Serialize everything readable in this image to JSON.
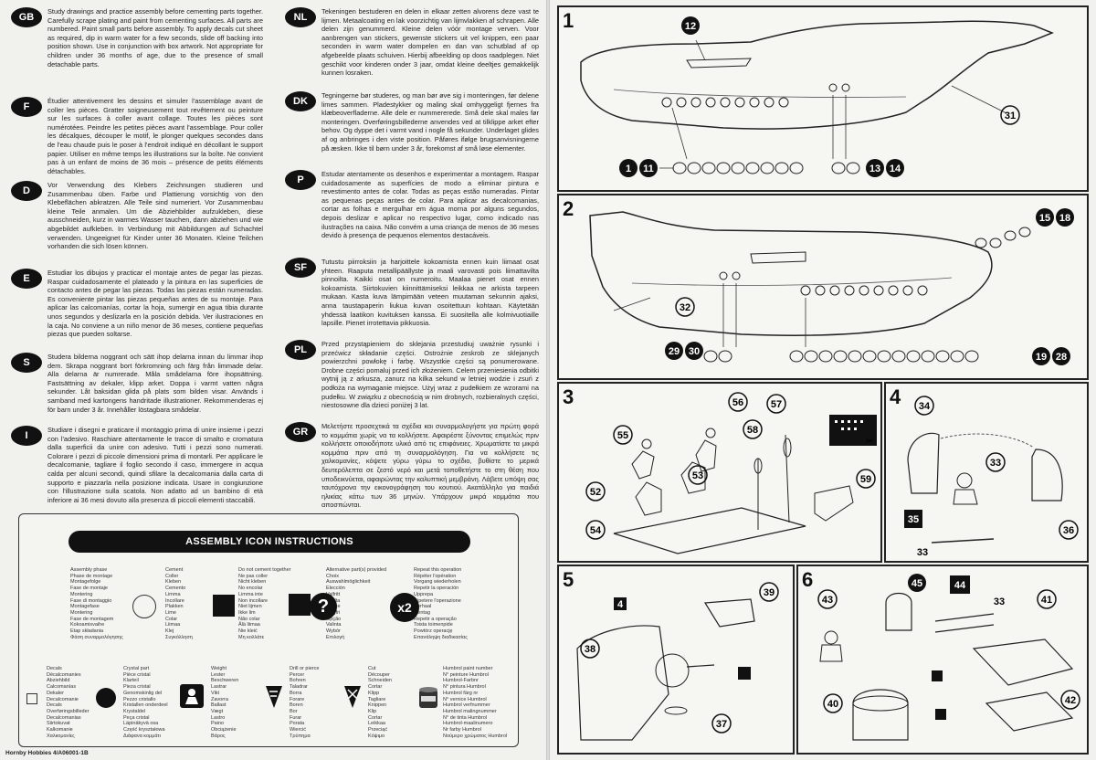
{
  "languages": [
    {
      "code": "GB",
      "text": "Study drawings and practice assembly before cementing parts together. Carefully scrape plating and paint from cementing surfaces. All parts are numbered. Paint small parts before assembly. To apply decals cut sheet as required, dip in warm water for a few seconds, slide off backing into position shown. Use in conjunction with box artwork. Not appropriate for children under 36 months of age, due to the presence of small detachable parts."
    },
    {
      "code": "F",
      "text": "Étudier attentivement les dessins et simuler l'assemblage avant de coller les pièces. Gratter soigneusement tout revêtement ou peinture sur les surfaces à coller avant collage. Toutes les pièces sont numérotées. Peindre les petites pièces avant l'assemblage. Pour coller les décalques, découper le motif, le plonger quelques secondes dans de l'eau chaude puis le poser à l'endroit indiqué en décollant le support papier. Utiliser en même temps les illustrations sur la boîte. Ne convient pas à un enfant de moins de 36 mois – présence de petits éléments détachables."
    },
    {
      "code": "D",
      "text": "Vor Verwendung des Klebers Zeichnungen studieren und Zusammenbau üben. Farbe und Plattierung vorsichtig von den Klebeflächen abkratzen. Alle Teile sind numeriert. Vor Zusammenbau kleine Teile anmalen. Um die Abziehbilder aufzukleben, diese ausschneiden, kurz in warmes Wasser tauchen, dann abziehen und wie abgebildet aufkleben. In Verbindung mit Abbildungen auf Schachtel verwenden. Ungeeignet für Kinder unter 36 Monaten. Kleine Teilchen vorhanden die sich lösen können."
    },
    {
      "code": "E",
      "text": "Estudiar los dibujos y practicar el montaje antes de pegar las piezas. Raspar cuidadosamente el plateado y la pintura en las superficies de contacto antes de pegar las piezas. Todas las piezas están numeradas. Es conveniente pintar las piezas pequeñas antes de su montaje. Para aplicar las calcomanías, cortar la hoja, sumergir en agua tibia durante unos segundos y deslizarla en la posición debida. Ver ilustraciones en la caja. No conviene a un niño menor de 36 meses, contiene pequeñas piezas que pueden soltarse."
    },
    {
      "code": "S",
      "text": "Studera bilderna noggrant och sätt ihop delarna innan du limmar ihop dem. Skrapa noggrant bort förkromning och färg från limmade delar. Alla delarna är numrerade. Måla smådelarna före ihopsättning. Fastsättning av dekaler, klipp arket. Doppa i varmt vatten några sekunder. Låt baksidan glida på plats som bilden visar. Används i samband med kartongens handritade illustrationer. Rekommenderas ej för barn under 3 år. Innehåller löstagbara smådelar."
    },
    {
      "code": "I",
      "text": "Studiare i disegni e praticare il montaggio prima di unire insieme i pezzi con l'adesivo. Raschiare attentamente le tracce di smalto e cromatura dalla superficii da unire con adesivo. Tutti i pezzi sono numerati. Colorare i pezzi di piccole dimensioni prima di montarli. Per applicare le decalcomanie, tagliare il foglio secondo il caso, immergere in acqua calda per alcuni secondi, quindi sfilare la decalcomania dalla carta di supporto e piazzarla nella posizione indicata. Usare in congiunzione con l'illustrazione sulla scatola. Non adatto ad un bambino di età inferiore ai 36 mesi dovuto alla presenza di piccoli elementi staccabili."
    },
    {
      "code": "NL",
      "text": "Tekeningen bestuderen en delen in elkaar zetten alvorens deze vast te lijmen. Metaalcoating en lak voorzichtig van lijmvlakken af schrapen. Alle delen zijn genummerd. Kleine delen vóór montage verven. Voor aanbrengen van stickers, gewenste stickers uit vel knippen, een paar seconden in warm water dompelen en dan van schutblad af op afgebeelde plaats schuiven. Hierbij afbeelding op doos raadplegen. Niet geschikt voor kinderen onder 3 jaar, omdat kleine deeltjes gemakkelijk kunnen losraken."
    },
    {
      "code": "DK",
      "text": "Tegningerne bør studeres, og man bør øve sig i monteringen, før delene limes sammen. Pladestykker og maling skal omhyggeligt fjernes fra klæbeoverfladerne. Alle dele er nummererede. Små dele skal males før monteringen. Overføringsbillederne anvendes ved at tilklippe arket efter behov. Og dyppe det i varmt vand i nogle få sekunder. Underlaget glides af og anbringes i den viste position. Påføres ifølge brugsanvisningerne på æsken. Ikke til børn under 3 år, forekomst af små løse elementer."
    },
    {
      "code": "P",
      "text": "Estudar atentamente os desenhos e experimentar a montagem. Raspar cuidadosamente as superfícies de modo a eliminar pintura e revestimento antes de colar. Todas as peças estão numeradas. Pintar as pequenas peças antes de colar. Para aplicar as decalcomanias, cortar as folhas e mergulhar em água morna por alguns segundos, depois deslizar e aplicar no respectivo lugar, como indicado nas ilustrações na caixa. Não convém a uma criança de menos de 36 meses devido à presença de pequenos elementos destacáveis."
    },
    {
      "code": "SF",
      "text": "Tutustu piirroksiin ja harjoittele kokoamista ennen kuin liimaat osat yhteen. Raaputa metallipäällyste ja maali varovasti pois liimattavilta pinnoilta. Kaikki osat on numeroitu. Maalaa pienet osat ennen kokoamista. Siirtokuvien kiinnittämiseksi leikkaa ne arkista tarpeen mukaan. Kasta kuva lämpimään veteen muutaman sekunnin ajaksi, anna taustapaperin liukua kuvan osoitettuun kohtaan. Käytetään yhdessä laatikon kuvituksen kanssa. Ei suositella alle kolmivuotiaille lapsille. Pienet irrotettavia pikkuosia."
    },
    {
      "code": "PL",
      "text": "Przed przystąpieniem do sklejania przestudiuj uważnie rysunki i przećwicz składanie części. Ostrożnie zeskrob ze sklejanych powierzchni powłokę i farbę. Wszystkie części są ponumerowane. Drobne części pomaluj przed ich złożeniem. Celem przeniesienia odbitki wytnij ją z arkusza, zanurz na kilka sekund w letniej wodzie i zsuń z podłoża na wymaganie miejsce. Użyj wraz z pudełkiem ze wzorami na pudełku. W związku z obecnością w nim drobnych, rozbieralnych części, niestosowne dla dzieci poniżej 3 lat."
    },
    {
      "code": "GR",
      "text": "Μελετήστε προσεχτικά τα σχέδια και συναρμολογήστε για πρώτη φορά το κομμάτια χωρίς να τα κολλήσετε. Αφαιρέστε ξύνοντας επιμελώς πριν κολλήσετε οποιοδήποτε υλικό από τις επιφάνειες. Χρωματίστε τα μικρά κομμάτια πριν από τη συναρμολόγηση. Για να κολλήσετε τις χαλκομανίες, κόψετε γύρω γύρω το σχέδιο, βυθίστε το μερικά δευτερόλεπτα σε ζεστό νερό και μετά τοποθετήστε το στη θέση που υποδεικνύεται, αφαιρώντας την καλυπτική μεμβράνη. Λάβετε υπόψη σας ταυτόχρονα την εικονογράφηση του κουτιού. Ακατάλληλο για παιδιά ηλικίας κάτω των 36 μηνών. Υπάρχουν μικρά κομμάτια που αποσπώνται."
    }
  ],
  "icons": {
    "title": "ASSEMBLY ICON INSTRUCTIONS",
    "assembly_phase": [
      "Assembly phase",
      "Phase de montage",
      "Montagefolge",
      "Fase de montaje",
      "Montering",
      "Fase di montaggio",
      "Montagefase",
      "Montering",
      "Fase de montagem",
      "Kokoamisvaihe",
      "Etap składania",
      "Φάση συναρμολόγησης"
    ],
    "cement": [
      "Cement",
      "Coller",
      "Kleben",
      "Cemento",
      "Limma",
      "Incollare",
      "Plakken",
      "Lime",
      "Colar",
      "Liimaa",
      "Klej",
      "Συγκόλληση"
    ],
    "no_cement": [
      "Do not cement together",
      "Ne pas coller",
      "Nicht kleben",
      "No encolar",
      "Limma inte",
      "Non incollare",
      "Niet lijmen",
      "Ikke lim",
      "Não colar",
      "Älä liimaa",
      "Nie kleić",
      "Μη κολλάτε"
    ],
    "alternative": [
      "Alternative part(s) provided",
      "Choix",
      "Auswahlmöglichkeit",
      "Elección",
      "Valfritt",
      "Scelta",
      "Keuze",
      "Valgfri",
      "Opção",
      "Valinta",
      "Wybór",
      "Επιλογή"
    ],
    "repeat": [
      "Repeat this operation",
      "Répéter l'opération",
      "Vorgang wiederholen",
      "Repetir la operación",
      "Upprepa",
      "Ripetere l'operazione",
      "Herhaal",
      "Gentag",
      "Repetir a operação",
      "Toista toimenpide",
      "Powtórz operację",
      "Επανάληψη διαδικασίας"
    ],
    "repeat_x": "x2",
    "decals": [
      "Decals",
      "Décalcomanies",
      "Abziehbild",
      "Calcomanías",
      "Dekaler",
      "Decalcomanie",
      "Decals",
      "Overføringsbilleder",
      "Decalcomanias",
      "Siirtokuvat",
      "Kalkomanie",
      "Χαλκομανίες"
    ],
    "crystal": [
      "Crystal part",
      "Pièce cristal",
      "Klarteil",
      "Pieza cristal",
      "Genomskinlig del",
      "Pezzo cristallo",
      "Kristallen onderdeel",
      "Krystaldel",
      "Peça cristal",
      "Läpinäkyvä osa",
      "Część kryształowa",
      "Διάφανα κομμάτι"
    ],
    "weight": [
      "Weight",
      "Lester",
      "Beschweren",
      "Lastrar",
      "Vikt",
      "Zavorra",
      "Ballast",
      "Vægt",
      "Lastro",
      "Paino",
      "Obciążenie",
      "Βάρος"
    ],
    "drill": [
      "Drill or pierce",
      "Percer",
      "Bohren",
      "Taladrar",
      "Borra",
      "Forare",
      "Boren",
      "Bor",
      "Furar",
      "Porata",
      "Wiercić",
      "Τρύπημα"
    ],
    "cut": [
      "Cut",
      "Découper",
      "Schneiden",
      "Cortar",
      "Klipp",
      "Tagliare",
      "Knippen",
      "Klip",
      "Cortar",
      "Leikkaa",
      "Przeciąć",
      "Κόψιμο"
    ],
    "humbrol": [
      "Humbrol paint number",
      "N° peinture Humbrol",
      "Humbrol-Farbnr",
      "N° pintura Humbrol",
      "Humbrol färg nr",
      "N° vernice Humbrol",
      "Humbrol verfnummer",
      "Humbrol malingnummer",
      "N° de tinta Humbrol",
      "Humbrol-maalinumero",
      "Nr farby Humbrol",
      "Νούμερο χρώματος Humbrol"
    ],
    "footer": "Hornby Hobbies 4/A06001-1B"
  },
  "steps": [
    {
      "num": "1",
      "parts": [
        "12",
        "31",
        "1",
        "11",
        "13",
        "14"
      ]
    },
    {
      "num": "2",
      "parts": [
        "15",
        "18",
        "32",
        "29",
        "30",
        "19",
        "28"
      ]
    },
    {
      "num": "3",
      "parts": [
        "55",
        "56",
        "57",
        "58",
        "52",
        "53",
        "54",
        "59"
      ]
    },
    {
      "num": "4",
      "parts": [
        "34",
        "33",
        "35",
        "33",
        "36"
      ]
    },
    {
      "num": "5",
      "parts": [
        "39",
        "4",
        "38",
        "37"
      ]
    },
    {
      "num": "6",
      "parts": [
        "43",
        "45",
        "44",
        "33",
        "41",
        "40",
        "42"
      ]
    }
  ]
}
